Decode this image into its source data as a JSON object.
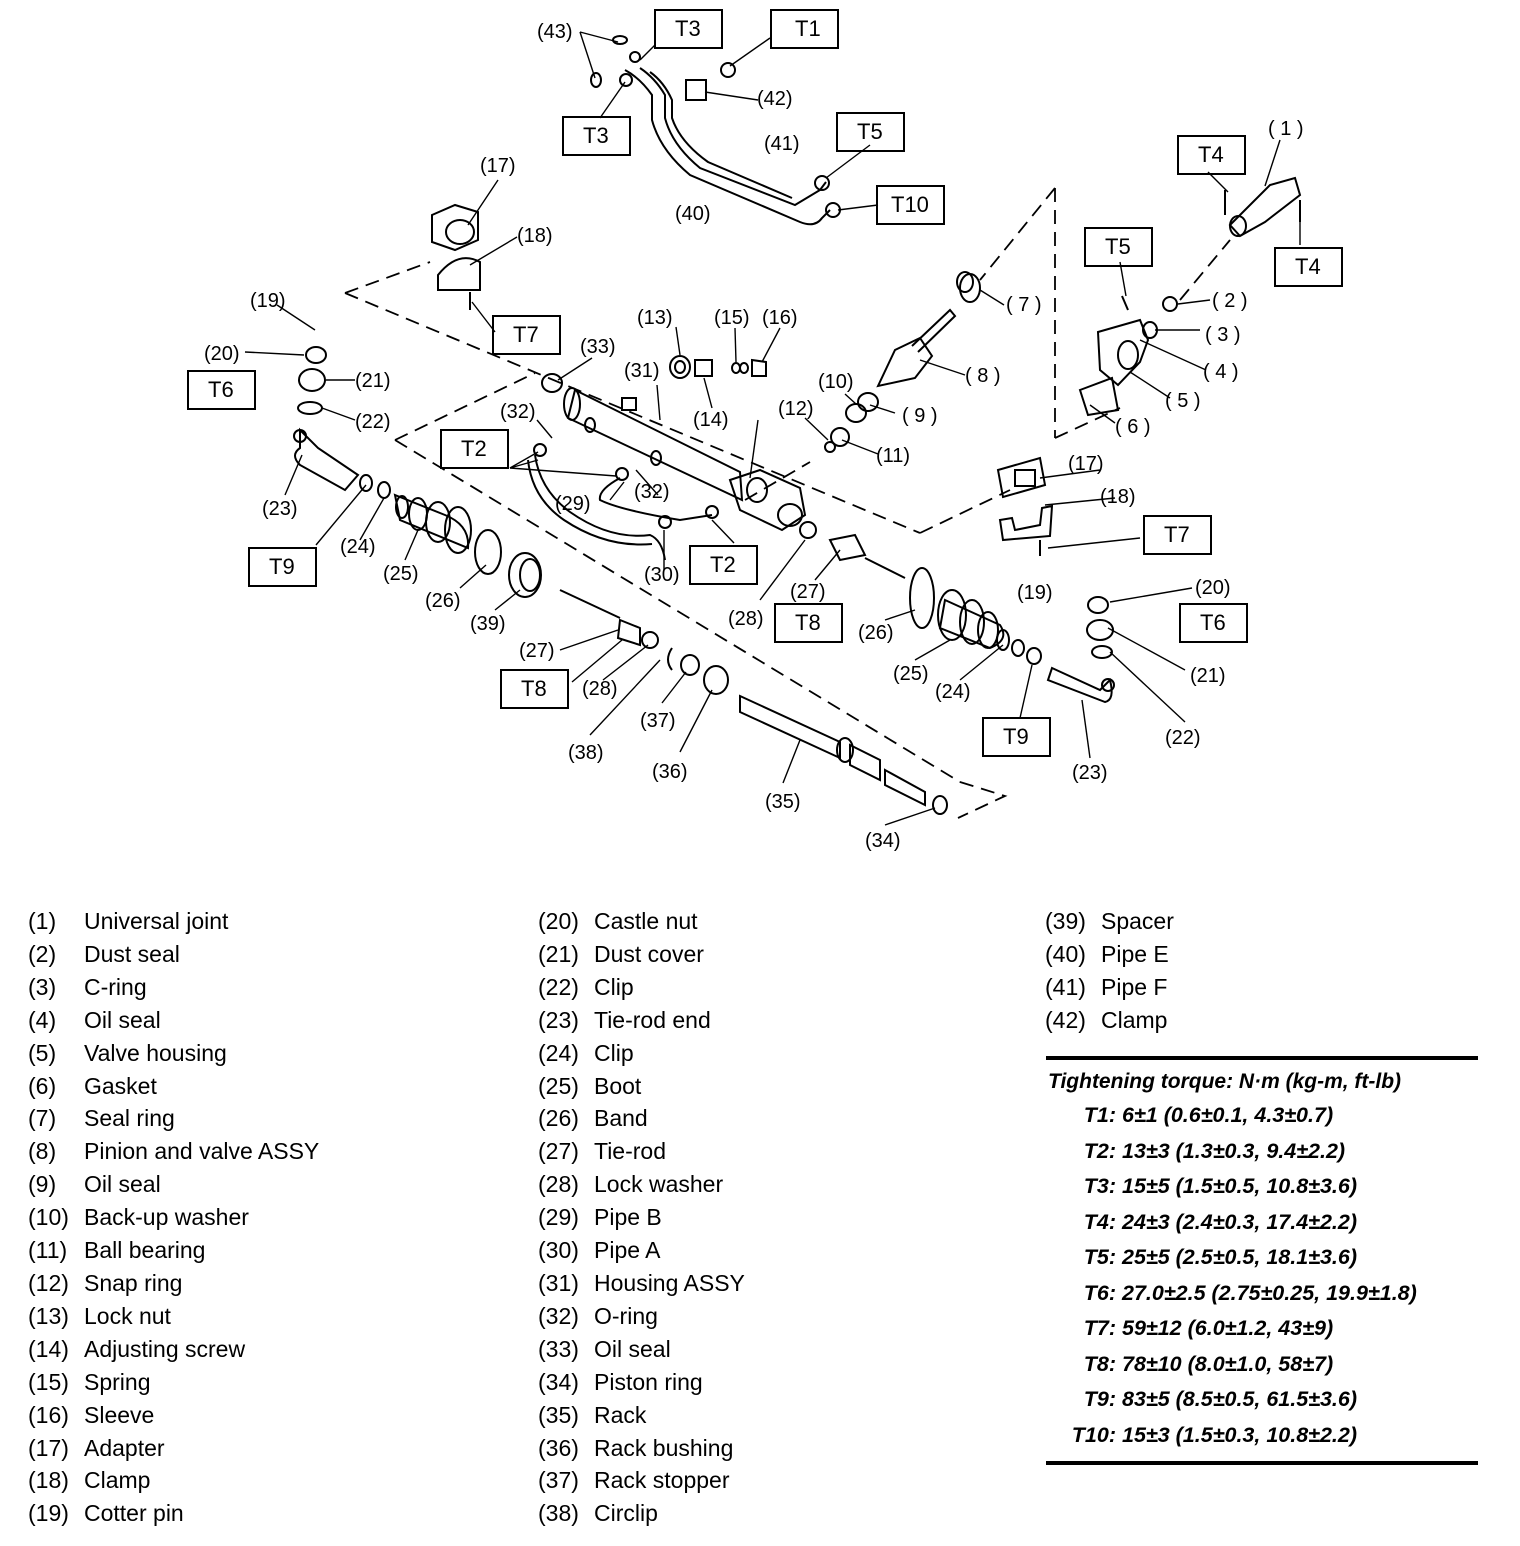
{
  "callouts": {
    "c1": "( 1 )",
    "c2": "( 2 )",
    "c3": "( 3 )",
    "c4": "( 4 )",
    "c5": "( 5 )",
    "c6": "( 6 )",
    "c7": "( 7 )",
    "c8": "( 8 )",
    "c9": "( 9 )",
    "c10": "(10)",
    "c11": "(11)",
    "c12": "(12)",
    "c13": "(13)",
    "c14": "(14)",
    "c15": "(15)",
    "c16": "(16)",
    "c17": "(17)",
    "c18": "(18)",
    "c19": "(19)",
    "c20": "(20)",
    "c21": "(21)",
    "c22": "(22)",
    "c23": "(23)",
    "c24": "(24)",
    "c25": "(25)",
    "c26": "(26)",
    "c27": "(27)",
    "c28": "(28)",
    "c29": "(29)",
    "c30": "(30)",
    "c31": "(31)",
    "c32": "(32)",
    "c33": "(33)",
    "c34": "(34)",
    "c35": "(35)",
    "c36": "(36)",
    "c37": "(37)",
    "c38": "(38)",
    "c39": "(39)",
    "c40": "(40)",
    "c41": "(41)",
    "c42": "(42)",
    "c43": "(43)"
  },
  "torque_boxes": {
    "t1": "T1",
    "t2": "T2",
    "t3": "T3",
    "t4": "T4",
    "t5": "T5",
    "t6": "T6",
    "t7": "T7",
    "t8": "T8",
    "t9": "T9",
    "t10": "T10"
  },
  "legend": {
    "col1": [
      {
        "num": "(1)",
        "name": "Universal joint"
      },
      {
        "num": "(2)",
        "name": "Dust seal"
      },
      {
        "num": "(3)",
        "name": "C-ring"
      },
      {
        "num": "(4)",
        "name": "Oil seal"
      },
      {
        "num": "(5)",
        "name": "Valve housing"
      },
      {
        "num": "(6)",
        "name": "Gasket"
      },
      {
        "num": "(7)",
        "name": "Seal ring"
      },
      {
        "num": "(8)",
        "name": "Pinion and valve ASSY"
      },
      {
        "num": "(9)",
        "name": "Oil seal"
      },
      {
        "num": "(10)",
        "name": "Back-up washer"
      },
      {
        "num": "(11)",
        "name": "Ball bearing"
      },
      {
        "num": "(12)",
        "name": "Snap ring"
      },
      {
        "num": "(13)",
        "name": "Lock nut"
      },
      {
        "num": "(14)",
        "name": "Adjusting screw"
      },
      {
        "num": "(15)",
        "name": "Spring"
      },
      {
        "num": "(16)",
        "name": "Sleeve"
      },
      {
        "num": "(17)",
        "name": "Adapter"
      },
      {
        "num": "(18)",
        "name": "Clamp"
      },
      {
        "num": "(19)",
        "name": "Cotter pin"
      }
    ],
    "col2": [
      {
        "num": "(20)",
        "name": "Castle nut"
      },
      {
        "num": "(21)",
        "name": "Dust cover"
      },
      {
        "num": "(22)",
        "name": "Clip"
      },
      {
        "num": "(23)",
        "name": "Tie-rod end"
      },
      {
        "num": "(24)",
        "name": "Clip"
      },
      {
        "num": "(25)",
        "name": "Boot"
      },
      {
        "num": "(26)",
        "name": "Band"
      },
      {
        "num": "(27)",
        "name": "Tie-rod"
      },
      {
        "num": "(28)",
        "name": "Lock washer"
      },
      {
        "num": "(29)",
        "name": "Pipe B"
      },
      {
        "num": "(30)",
        "name": "Pipe A"
      },
      {
        "num": "(31)",
        "name": "Housing ASSY"
      },
      {
        "num": "(32)",
        "name": "O-ring"
      },
      {
        "num": "(33)",
        "name": "Oil seal"
      },
      {
        "num": "(34)",
        "name": "Piston ring"
      },
      {
        "num": "(35)",
        "name": "Rack"
      },
      {
        "num": "(36)",
        "name": "Rack bushing"
      },
      {
        "num": "(37)",
        "name": "Rack stopper"
      },
      {
        "num": "(38)",
        "name": "Circlip"
      }
    ],
    "col3": [
      {
        "num": "(39)",
        "name": "Spacer"
      },
      {
        "num": "(40)",
        "name": "Pipe E"
      },
      {
        "num": "(41)",
        "name": "Pipe F"
      },
      {
        "num": "(42)",
        "name": "Clamp"
      }
    ]
  },
  "torque": {
    "title": "Tightening torque: N·m (kg-m, ft-lb)",
    "rows": [
      {
        "key": "T1:",
        "value": "6±1 (0.6±0.1, 4.3±0.7)"
      },
      {
        "key": "T2:",
        "value": "13±3 (1.3±0.3, 9.4±2.2)"
      },
      {
        "key": "T3:",
        "value": "15±5 (1.5±0.5, 10.8±3.6)"
      },
      {
        "key": "T4:",
        "value": "24±3 (2.4±0.3, 17.4±2.2)"
      },
      {
        "key": "T5:",
        "value": "25±5 (2.5±0.5, 18.1±3.6)"
      },
      {
        "key": "T6:",
        "value": "27.0±2.5 (2.75±0.25, 19.9±1.8)"
      },
      {
        "key": "T7:",
        "value": "59±12 (6.0±1.2, 43±9)"
      },
      {
        "key": "T8:",
        "value": "78±10 (8.0±1.0, 58±7)"
      },
      {
        "key": "T9:",
        "value": "83±5 (8.5±0.5, 61.5±3.6)"
      },
      {
        "key": "T10:",
        "value": "15±3 (1.5±0.3, 10.8±2.2)"
      }
    ]
  }
}
